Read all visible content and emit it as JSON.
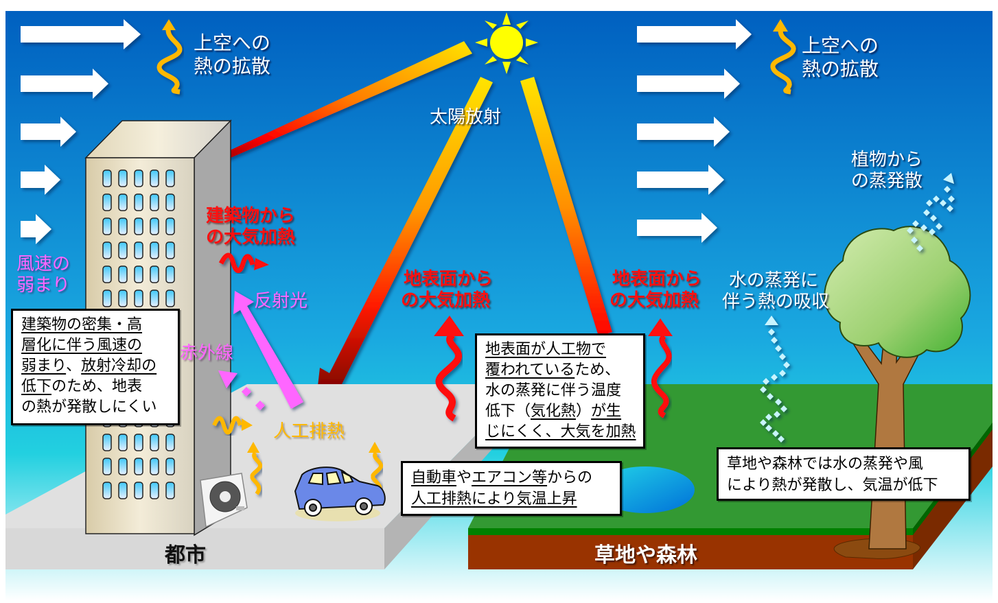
{
  "title": "都市と草地・森林の熱環境の比較",
  "colors": {
    "sky_top": "#0060c0",
    "sky_bottom": "#30d8e8",
    "city_ground": "#dcdcdc",
    "grass": "#339933",
    "soil": "#993300",
    "heat_red": "#ff1010",
    "warm_orange": "#ffb800",
    "reflect_pink": "#ff66ff"
  },
  "icons": [
    "sun-icon",
    "building-icon",
    "air-conditioner-icon",
    "car-icon",
    "tree-icon",
    "pond-icon",
    "wind-arrow-icon",
    "heat-wave-icon",
    "vapor-arrow-icon"
  ],
  "sky_labels": {
    "solar_radiation": "太陽放射",
    "diffusion_left": [
      "上空への",
      "熱の拡散"
    ],
    "diffusion_right": [
      "上空への",
      "熱の拡散"
    ],
    "plant_evaporation": [
      "植物から",
      "の蒸発散"
    ],
    "water_evaporation": [
      "水の蒸発に",
      "伴う熱の吸収"
    ]
  },
  "city_labels": {
    "wind_weakening": [
      "風速の",
      "弱まり"
    ],
    "building_heating": [
      "建築物から",
      "の大気加熱"
    ],
    "reflected_light": "反射光",
    "infrared": "赤外線",
    "artificial_heat": "人工排熱",
    "ground_heating": [
      "地表面から",
      "の大気加熱"
    ]
  },
  "rural_labels": {
    "ground_heating": [
      "地表面から",
      "の大気加熱"
    ]
  },
  "boxes": {
    "building_density": {
      "lines": [
        [
          {
            "t": "建築物の密集・高",
            "u": true
          }
        ],
        [
          {
            "t": "層化に伴う風速の",
            "u": true
          }
        ],
        [
          {
            "t": "弱まり",
            "u": true
          },
          {
            "t": "、",
            "u": false
          },
          {
            "t": "放射冷却の",
            "u": true
          }
        ],
        [
          {
            "t": "低下",
            "u": true
          },
          {
            "t": "のため、地表",
            "u": false
          }
        ],
        [
          {
            "t": "の熱が発散しにくい",
            "u": false
          }
        ]
      ]
    },
    "artificial_surface": {
      "lines": [
        [
          {
            "t": "地表面が人工物で",
            "u": true
          }
        ],
        [
          {
            "t": "覆われている",
            "u": true
          },
          {
            "t": "ため、",
            "u": false
          }
        ],
        [
          {
            "t": "水の蒸発に伴う温度",
            "u": false
          }
        ],
        [
          {
            "t": "低下（",
            "u": false
          },
          {
            "t": "気化熱",
            "u": true
          },
          {
            "t": "）",
            "u": false
          },
          {
            "t": "が生",
            "u": true
          }
        ],
        [
          {
            "t": "じにくく、大気を加熱",
            "u": true
          }
        ]
      ]
    },
    "exhaust_heat": {
      "lines": [
        [
          {
            "t": "自動車",
            "u": true
          },
          {
            "t": "や",
            "u": false
          },
          {
            "t": "エアコン等",
            "u": true
          },
          {
            "t": "からの",
            "u": false
          }
        ],
        [
          {
            "t": "人工排熱",
            "u": true
          },
          {
            "t": "により気温上昇",
            "u": true
          }
        ]
      ]
    },
    "grass_forest_cooling": {
      "lines": [
        [
          {
            "t": "草地や森林では水の蒸発や風",
            "u": false
          }
        ],
        [
          {
            "t": "により熱が発散し、気温が低下",
            "u": false
          }
        ]
      ]
    }
  },
  "ground": {
    "city": "都市",
    "grass_forest": "草地や森林"
  }
}
